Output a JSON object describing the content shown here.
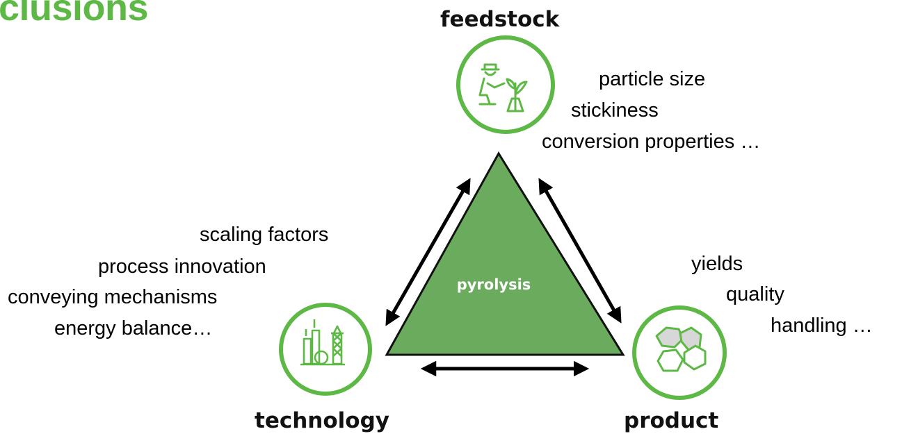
{
  "slide": {
    "title": "clusions"
  },
  "center": {
    "label": "pyrolysis"
  },
  "nodes": {
    "feedstock": {
      "label": "feedstock",
      "icon": "farmer-planting-icon",
      "properties": [
        "particle size",
        "stickiness",
        "conversion properties …"
      ]
    },
    "technology": {
      "label": "technology",
      "icon": "industrial-plant-icon",
      "properties": [
        "scaling factors",
        "process innovation",
        "conveying mechanisms",
        "energy balance…"
      ]
    },
    "product": {
      "label": "product",
      "icon": "char-pellets-icon",
      "properties": [
        "yields",
        "quality",
        "handling …"
      ]
    }
  },
  "colors": {
    "accent_green": "#5db845",
    "triangle_fill": "#6aab5e",
    "icon_green": "#5db845",
    "arrow": "#000000"
  }
}
